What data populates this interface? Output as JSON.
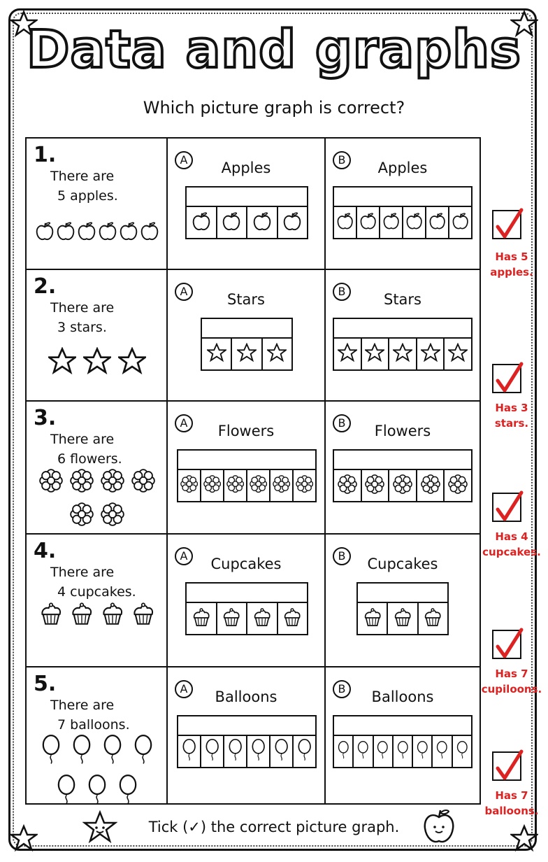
{
  "title": "Data and graphs",
  "subtitle": "Which picture graph is correct?",
  "footer": "Tick (✓) the correct picture graph.",
  "accent_color": "#dd2222",
  "questions": [
    {
      "num": "1.",
      "line1": "There are",
      "line2": "5 apples.",
      "icon": "apple-icon",
      "pic_count": 6,
      "a_label": "A",
      "a_title": "Apples",
      "a_count": 4,
      "b_label": "B",
      "b_title": "Apples",
      "b_count": 6,
      "note_l1": "Has 5",
      "note_l2": "apples."
    },
    {
      "num": "2.",
      "line1": "There are",
      "line2": "3 stars.",
      "icon": "star-icon",
      "pic_count": 3,
      "a_label": "A",
      "a_title": "Stars",
      "a_count": 3,
      "b_label": "B",
      "b_title": "Stars",
      "b_count": 5,
      "note_l1": "Has 3",
      "note_l2": "stars."
    },
    {
      "num": "3.",
      "line1": "There are",
      "line2": "6 flowers.",
      "icon": "flower-icon",
      "pic_count": 6,
      "a_label": "A",
      "a_title": "Flowers",
      "a_count": 6,
      "b_label": "B",
      "b_title": "Flowers",
      "b_count": 5,
      "note_l1": "Has 4",
      "note_l2": "cupcakes."
    },
    {
      "num": "4.",
      "line1": "There are",
      "line2": "4 cupcakes.",
      "icon": "cupcake-icon",
      "pic_count": 4,
      "a_label": "A",
      "a_title": "Cupcakes",
      "a_count": 4,
      "b_label": "B",
      "b_title": "Cupcakes",
      "b_count": 3,
      "note_l1": "Has 7",
      "note_l2": "cupiloons."
    },
    {
      "num": "5.",
      "line1": "There are",
      "line2": "7 balloons.",
      "icon": "balloon-icon",
      "pic_count": 7,
      "a_label": "A",
      "a_title": "Balloons",
      "a_count": 6,
      "b_label": "B",
      "b_title": "Balloons",
      "b_count": 7,
      "note_l1": "Has 7",
      "note_l2": "balloons."
    }
  ]
}
